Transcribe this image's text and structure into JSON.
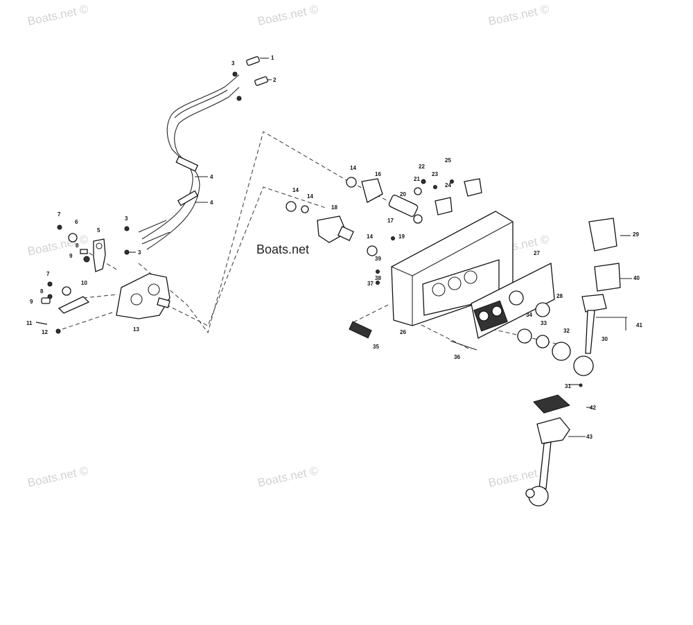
{
  "watermark_text": "Boats.net ©",
  "brand_text": "Boats.net",
  "part_numbers": {
    "n1": "1",
    "n2": "2",
    "n3a": "3",
    "n3b": "3",
    "n3c": "3",
    "n4a": "4",
    "n4b": "4",
    "n5": "5",
    "n6": "6",
    "n7a": "7",
    "n7b": "7",
    "n8a": "8",
    "n8b": "8",
    "n9a": "9",
    "n9b": "9",
    "n10": "10",
    "n11": "11",
    "n12": "12",
    "n13": "13",
    "n14a": "14",
    "n14b": "14",
    "n14c": "14",
    "n14d": "14",
    "n16": "16",
    "n18": "18",
    "n19": "19",
    "n17": "17",
    "n20": "20",
    "n21": "21",
    "n22": "22",
    "n23": "23",
    "n24": "24",
    "n25": "25",
    "n26": "26",
    "n27": "27",
    "n28": "28",
    "n29": "29",
    "n30": "30",
    "n31": "31",
    "n32": "32",
    "n33": "33",
    "n34": "34",
    "n35": "35",
    "n36": "36",
    "n37": "37",
    "n38": "38",
    "n39": "39",
    "n40": "40",
    "n41": "41",
    "n42": "42",
    "n43": "43"
  }
}
